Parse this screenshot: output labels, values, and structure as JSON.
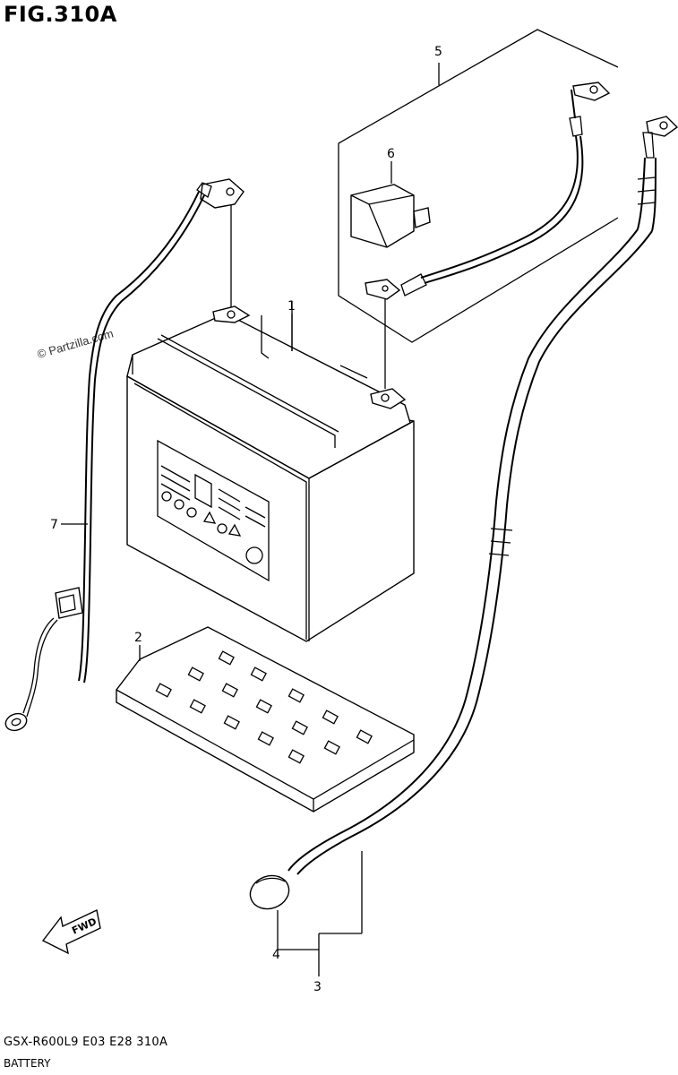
{
  "figure": {
    "title": "FIG.310A",
    "watermark": "© Partzilla.com",
    "model_code": "GSX-R600L9 E03 E28 310A",
    "name": "BATTERY",
    "fwd_label": "FWD"
  },
  "callouts": [
    "1",
    "2",
    "3",
    "4",
    "5",
    "6",
    "7"
  ],
  "battery_label": {
    "hazard_icons": [
      "no-flame-icon",
      "eye-protection-icon",
      "no-children-icon",
      "caustic-icon",
      "explosion-icon",
      "read-manual-icon",
      "recycle-icon"
    ]
  }
}
